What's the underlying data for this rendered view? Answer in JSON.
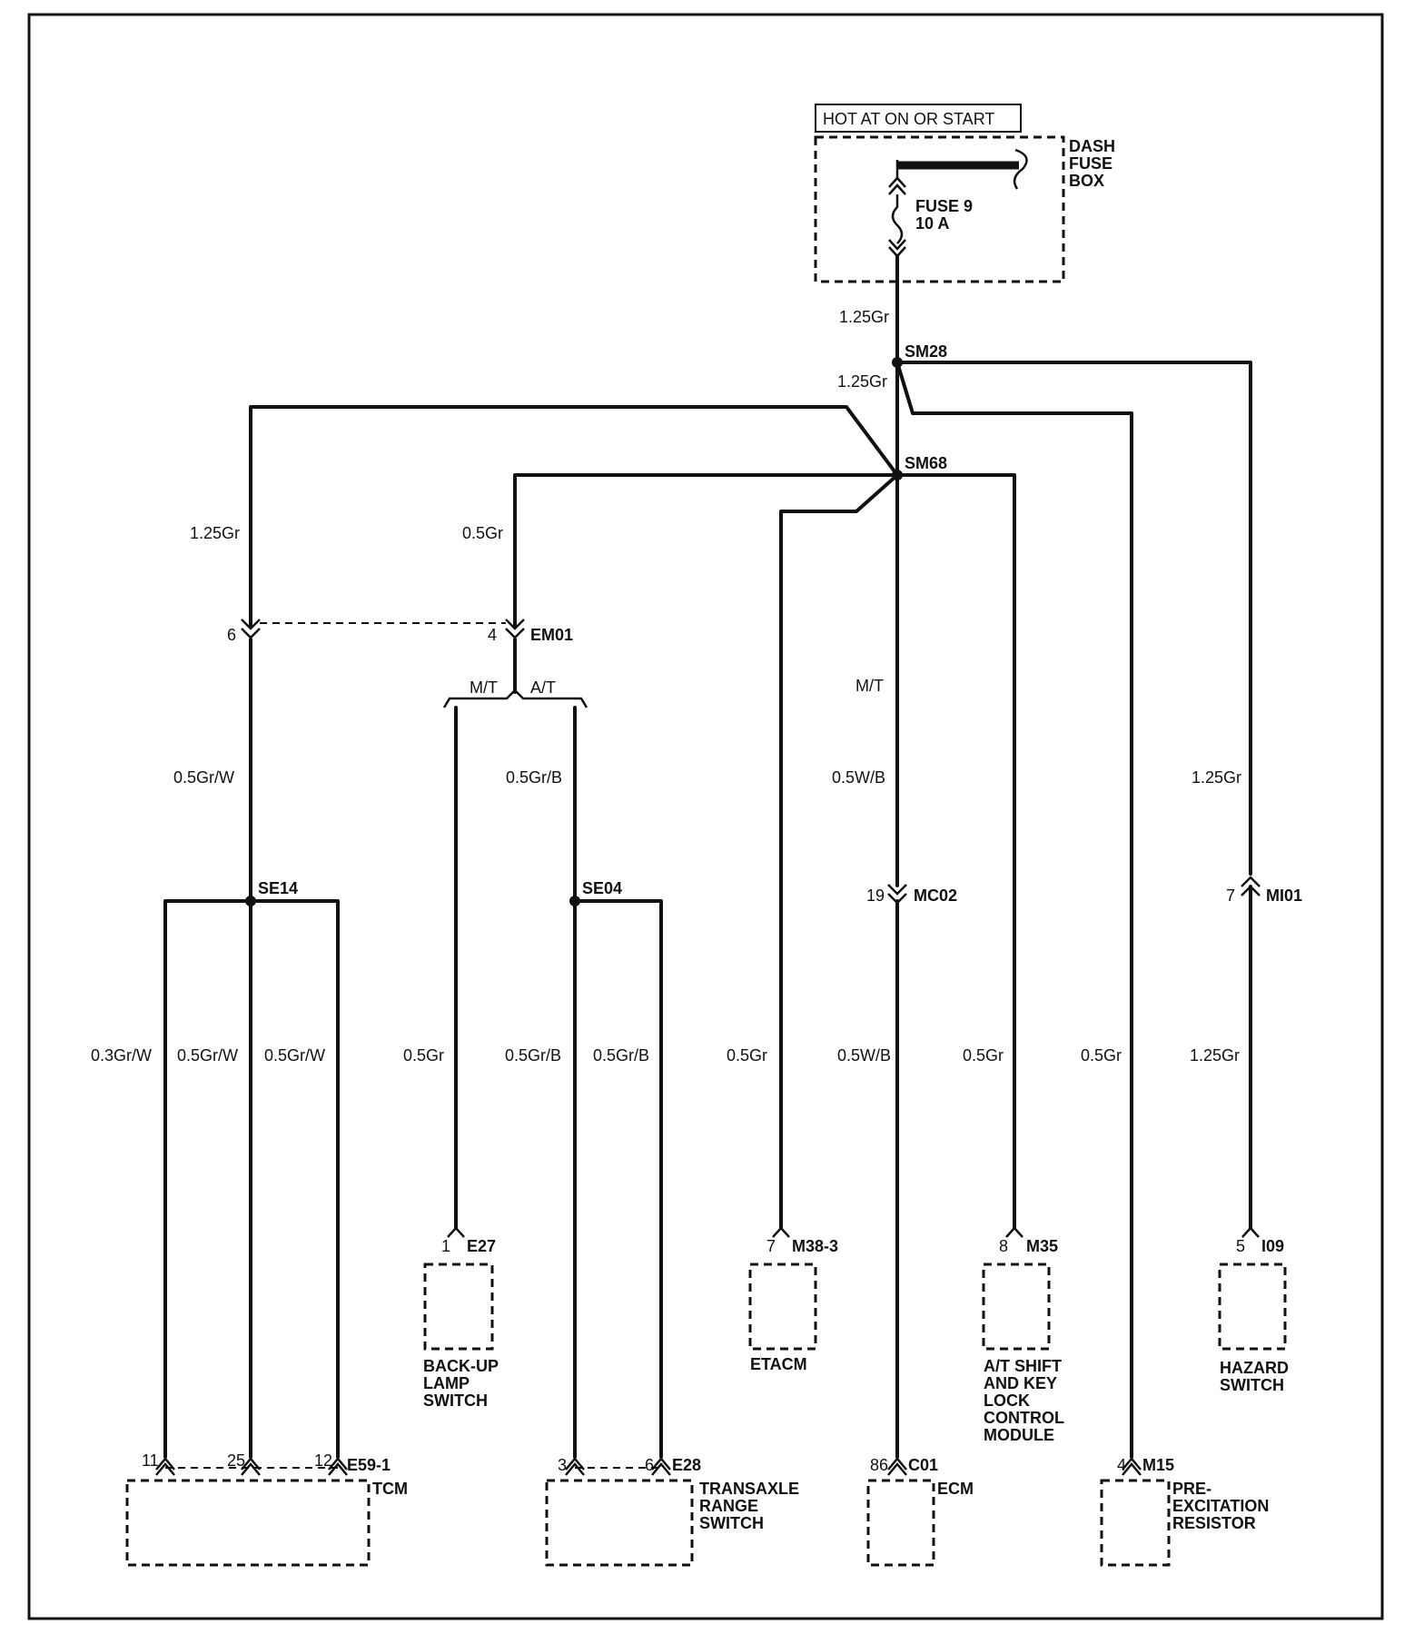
{
  "power": {
    "hot_label": "HOT AT ON OR START",
    "fuse_box_label": [
      "DASH",
      "FUSE",
      "BOX"
    ],
    "fuse_name": "FUSE 9",
    "fuse_rating": "10 A"
  },
  "splices": {
    "sm28": "SM28",
    "sm68": "SM68",
    "se14": "SE14",
    "se04": "SE04"
  },
  "connectors": {
    "em01": "EM01",
    "em01_pin_left": "6",
    "em01_pin_right": "4",
    "mc02": "MC02",
    "mc02_pin": "19",
    "mi01": "MI01",
    "mi01_pin": "7",
    "e27": "E27",
    "e27_pin": "1",
    "m38": "M38-3",
    "m38_pin": "7",
    "m35": "M35",
    "m35_pin": "8",
    "i09": "I09",
    "i09_pin": "5",
    "e59": "E59-1",
    "e59_pins": [
      "11",
      "25",
      "12"
    ],
    "e28": "E28",
    "e28_pins": [
      "3",
      "6"
    ],
    "c01": "C01",
    "c01_pin": "86",
    "m15": "M15",
    "m15_pin": "4"
  },
  "branches": {
    "mt_left": "M/T",
    "at": "A/T",
    "mt_center": "M/T"
  },
  "wires": {
    "feed_top": "1.25Gr",
    "feed_mid": "1.25Gr",
    "w_left": "1.25Gr",
    "w_em01": "0.5Gr",
    "w_tcm_main": "0.5Gr/W",
    "w_trans_main": "0.5Gr/B",
    "w_ecm_main": "0.5W/B",
    "w_hazard_main": "1.25Gr",
    "tcm_1": "0.3Gr/W",
    "tcm_2": "0.5Gr/W",
    "tcm_3": "0.5Gr/W",
    "backup": "0.5Gr",
    "trans_1": "0.5Gr/B",
    "trans_2": "0.5Gr/B",
    "etacm": "0.5Gr",
    "ecm": "0.5W/B",
    "atshift": "0.5Gr",
    "preexc": "0.5Gr",
    "hazard": "1.25Gr"
  },
  "components": {
    "backup": [
      "BACK-UP",
      "LAMP",
      "SWITCH"
    ],
    "etacm": [
      "ETACM"
    ],
    "atshift": [
      "A/T SHIFT",
      "AND KEY",
      "LOCK",
      "CONTROL",
      "MODULE"
    ],
    "hazard": [
      "HAZARD",
      "SWITCH"
    ],
    "tcm": [
      "TCM"
    ],
    "trans": [
      "TRANSAXLE",
      "RANGE",
      "SWITCH"
    ],
    "ecm": [
      "ECM"
    ],
    "preexc": [
      "PRE-",
      "EXCITATION",
      "RESISTOR"
    ]
  }
}
